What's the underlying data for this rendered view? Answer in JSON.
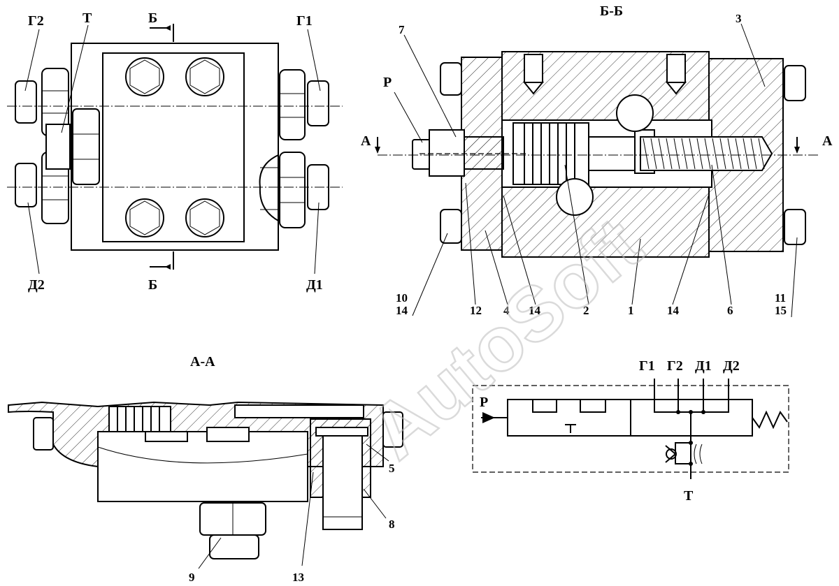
{
  "views": {
    "top": {
      "ports": {
        "g2": "Г2",
        "t": "Т",
        "g1": "Г1",
        "d2": "Д2",
        "d1": "Д1"
      },
      "section_top": "Б",
      "section_bottom": "Б"
    },
    "section_bb": {
      "title": "Б-Б",
      "port_p": "P",
      "cut_left": "А",
      "cut_right": "А",
      "callouts": [
        "7",
        "3",
        "10",
        "14",
        "12",
        "4",
        "14",
        "2",
        "1",
        "14",
        "6",
        "11",
        "15"
      ]
    },
    "section_aa": {
      "title": "А-А",
      "callouts": [
        "5",
        "8",
        "9",
        "13"
      ]
    },
    "schematic": {
      "ports_top": [
        "Г1",
        "Г2",
        "Д1",
        "Д2"
      ],
      "port_p": "P",
      "port_t": "Т"
    }
  },
  "watermark": "AutoSoft"
}
